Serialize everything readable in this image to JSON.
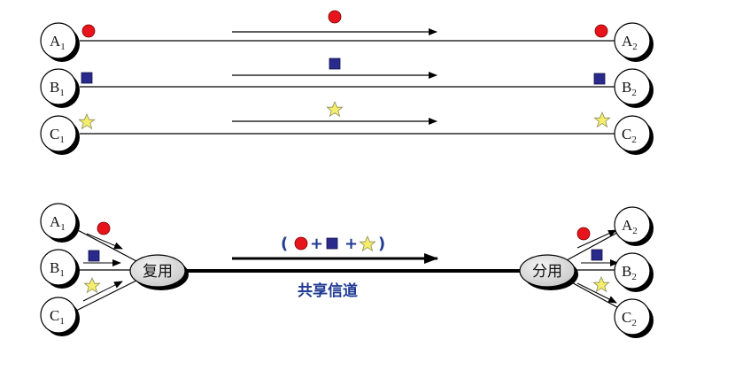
{
  "nodes": {
    "a1": {
      "letter": "A",
      "sub": "1"
    },
    "a2": {
      "letter": "A",
      "sub": "2"
    },
    "b1": {
      "letter": "B",
      "sub": "1"
    },
    "b2": {
      "letter": "B",
      "sub": "2"
    },
    "c1": {
      "letter": "C",
      "sub": "1"
    },
    "c2": {
      "letter": "C",
      "sub": "2"
    }
  },
  "hubs": {
    "mux": "复用",
    "demux": "分用"
  },
  "channel": {
    "label": "共享信道",
    "open_paren": "(",
    "plus": "+",
    "close_paren": ")"
  },
  "colors": {
    "circle_red": "#e8141c",
    "square_navy": "#2a2a8c",
    "star_yellow": "#f5ee6a",
    "caption_blue": "#1f3a93"
  },
  "symbols": [
    "red-circle",
    "navy-square",
    "yellow-star"
  ]
}
